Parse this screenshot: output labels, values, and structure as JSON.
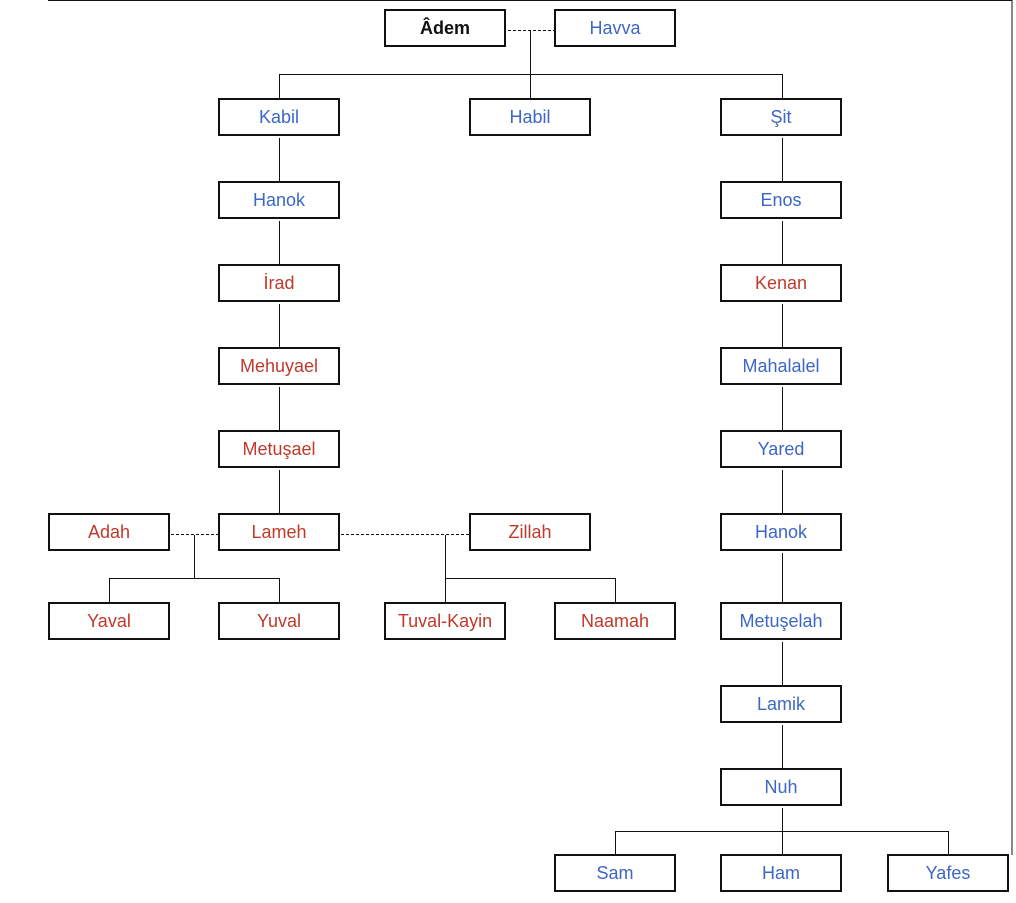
{
  "family_tree": {
    "colors": {
      "blue_name": "#3c67c6",
      "red_name": "#c0392b",
      "root_name": "#111111",
      "box_border": "#111111",
      "connector": "#111111"
    },
    "people": {
      "adem": "Âdem",
      "havva": "Havva",
      "kabil": "Kabil",
      "habil": "Habil",
      "sit": "Şit",
      "hanok_kabil": "Hanok",
      "irad": "İrad",
      "mehuyael": "Mehuyael",
      "metusael": "Metuşael",
      "lameh": "Lameh",
      "adah": "Adah",
      "zillah": "Zillah",
      "yaval": "Yaval",
      "yuval": "Yuval",
      "tuval_kayin": "Tuval-Kayin",
      "naamah": "Naamah",
      "enos": "Enos",
      "kenan": "Kenan",
      "mahalalel": "Mahalalel",
      "yared": "Yared",
      "hanok_sit": "Hanok",
      "metuselah": "Metuşelah",
      "lamik": "Lamik",
      "nuh": "Nuh",
      "sam": "Sam",
      "ham": "Ham",
      "yafes": "Yafes"
    }
  }
}
